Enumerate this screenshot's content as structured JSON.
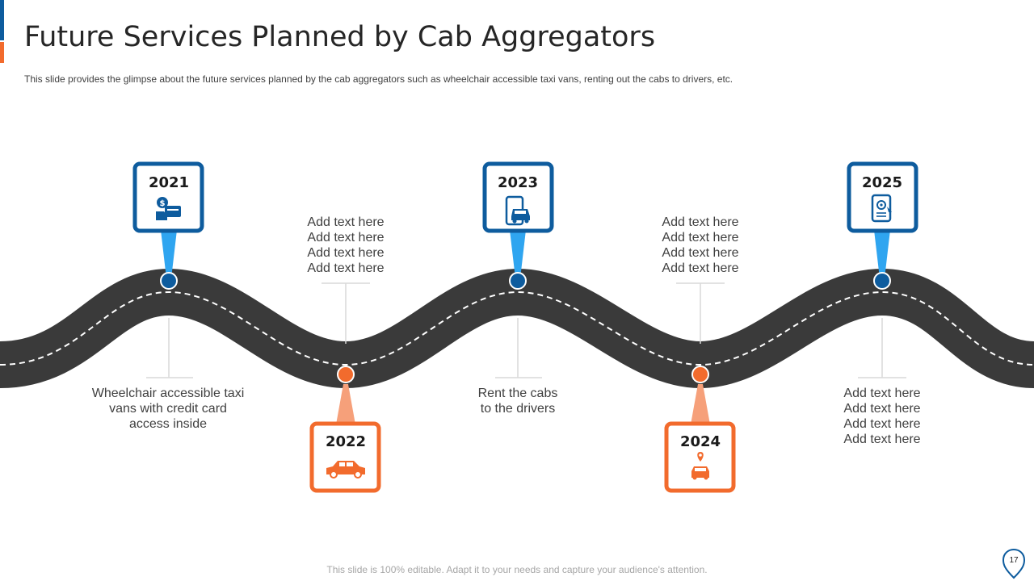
{
  "slide": {
    "title": "Future Services Planned by Cab Aggregators",
    "subtitle": "This slide provides  the glimpse about the future services  planned by the cab aggregators  such as wheelchair  accessible taxi vans,  renting out the cabs to drivers,  etc.",
    "footer": "This slide is 100% editable. Adapt it to your needs and capture your audience's attention.",
    "page_number": "17"
  },
  "colors": {
    "blue": "#0E5C9E",
    "blue_light": "#2FA5F0",
    "orange": "#F26B2D",
    "orange_light": "#F6A07A",
    "road": "#3A3A3A"
  },
  "milestones": [
    {
      "year": "2021",
      "color": "blue",
      "icon": "money-card-icon",
      "text": [
        "Wheelchair accessible taxi",
        "vans with credit card",
        "access inside"
      ]
    },
    {
      "year": "2022",
      "color": "orange",
      "icon": "car-icon",
      "text": [
        "Add text here",
        "Add text here",
        "Add text here",
        "Add text here"
      ]
    },
    {
      "year": "2023",
      "color": "blue",
      "icon": "mobile-car-icon",
      "text": [
        "Rent the cabs",
        "to the drivers"
      ]
    },
    {
      "year": "2024",
      "color": "orange",
      "icon": "car-location-icon",
      "text": [
        "Add text here",
        "Add text here",
        "Add text here",
        "Add text here"
      ]
    },
    {
      "year": "2025",
      "color": "blue",
      "icon": "mobile-location-icon",
      "text": [
        "Add text here",
        "Add text here",
        "Add text here",
        "Add text here"
      ]
    }
  ]
}
